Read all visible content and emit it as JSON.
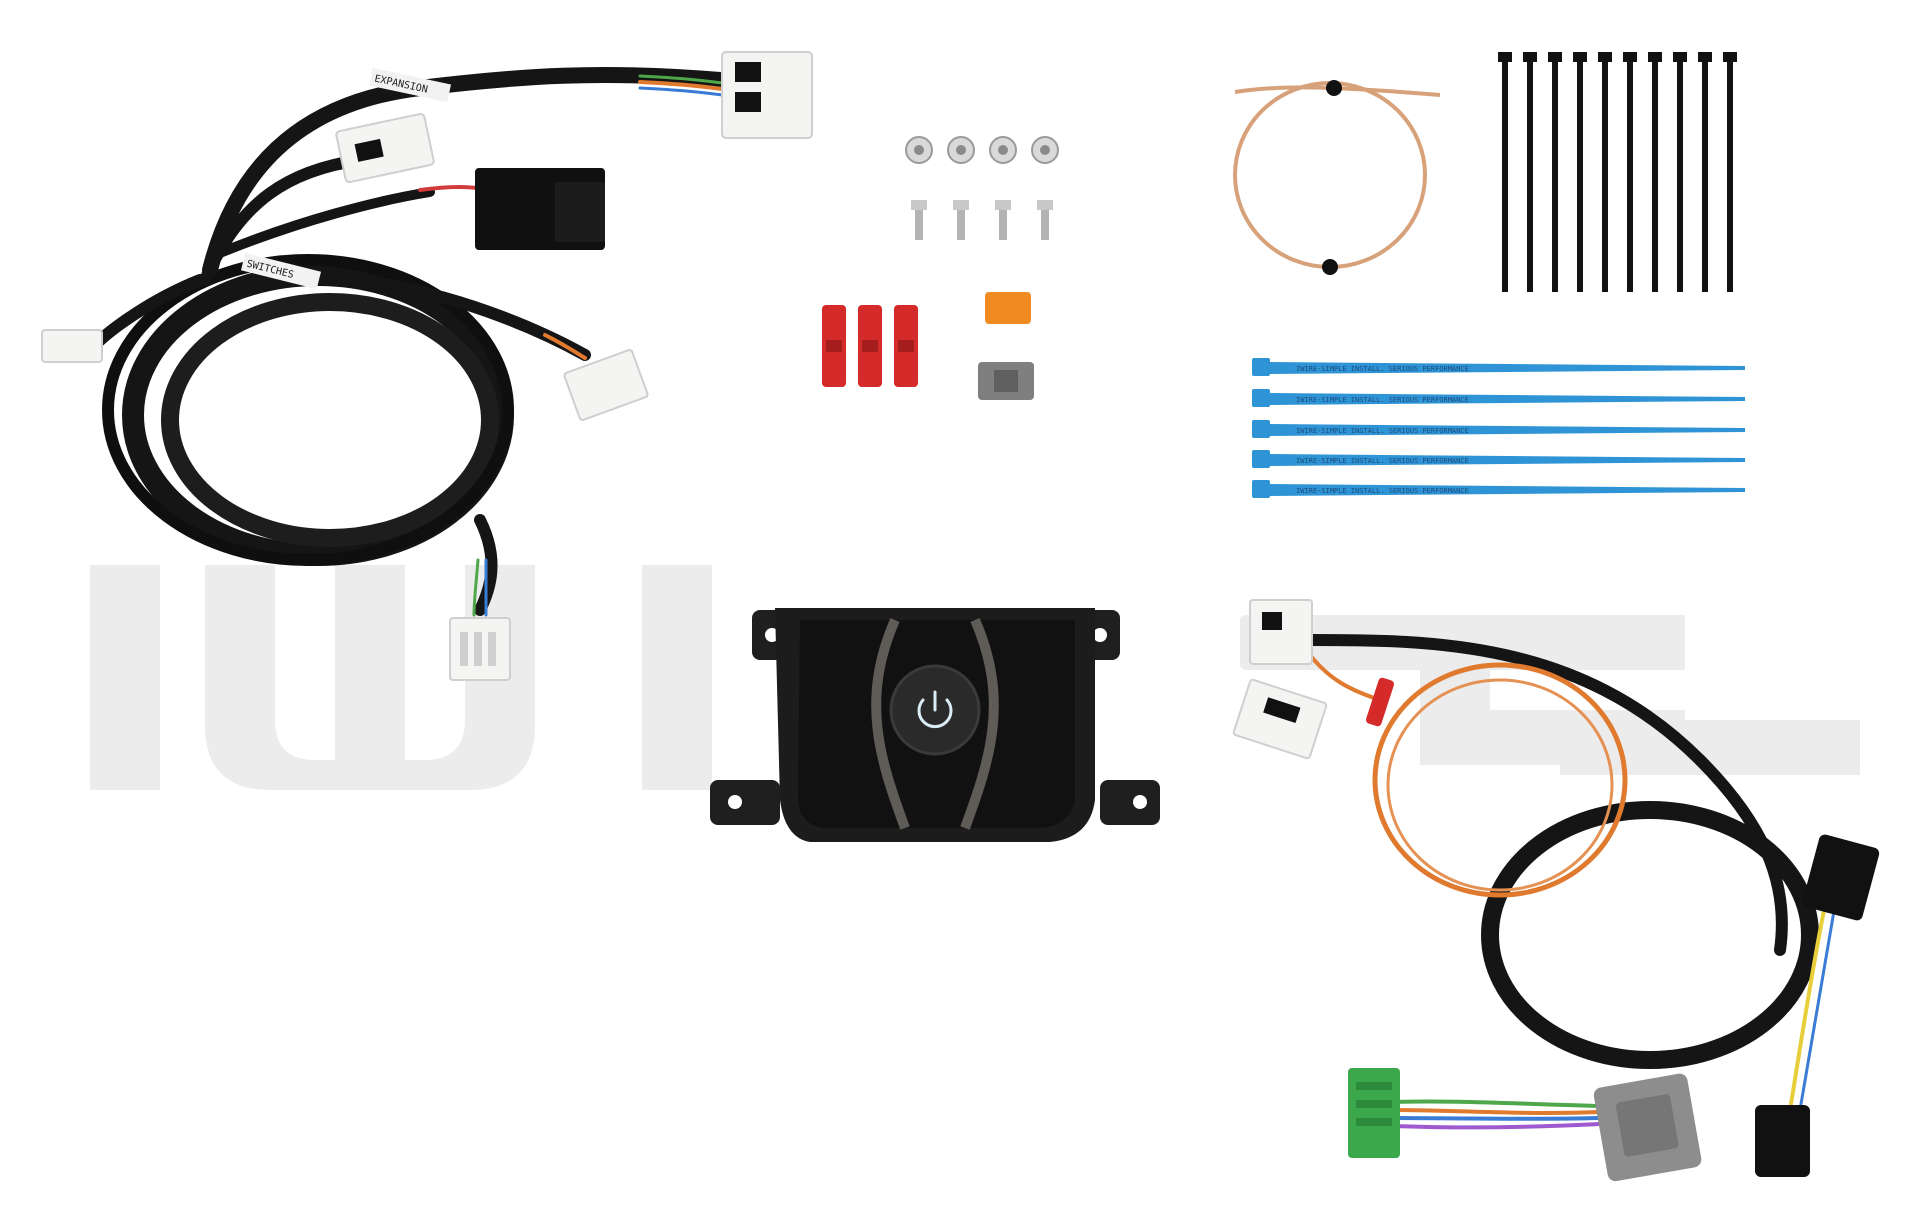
{
  "watermark": {
    "text": "iwire",
    "color": "#e9e9e9"
  },
  "harness_labels": {
    "expansion": "EXPANSION",
    "switches": "SWITCHES"
  },
  "zip_tie_print": {
    "text": "IWIRE-SIMPLE INSTALL. SERIOUS PERFORMANCE",
    "count": 5,
    "color": "#2f94d6"
  },
  "black_ties": {
    "count": 10,
    "color": "#121212"
  },
  "module": {
    "button_icon": "power-icon",
    "body_color": "#1c1c1c",
    "accent_color": "#5f5b57"
  },
  "hardware": {
    "nut_count": 4,
    "bolt_count": 4,
    "red_tap_count": 3,
    "orange_part": "orange-connector-cap",
    "gray_part": "gray-connector"
  },
  "colors": {
    "background": "#ffffff",
    "sleeve": "#151515",
    "connector_white": "#f4f4f2",
    "orange_wire": "#e07a2e",
    "green_plug": "#3aa84b",
    "gray_plug": "#8d8d8d"
  }
}
